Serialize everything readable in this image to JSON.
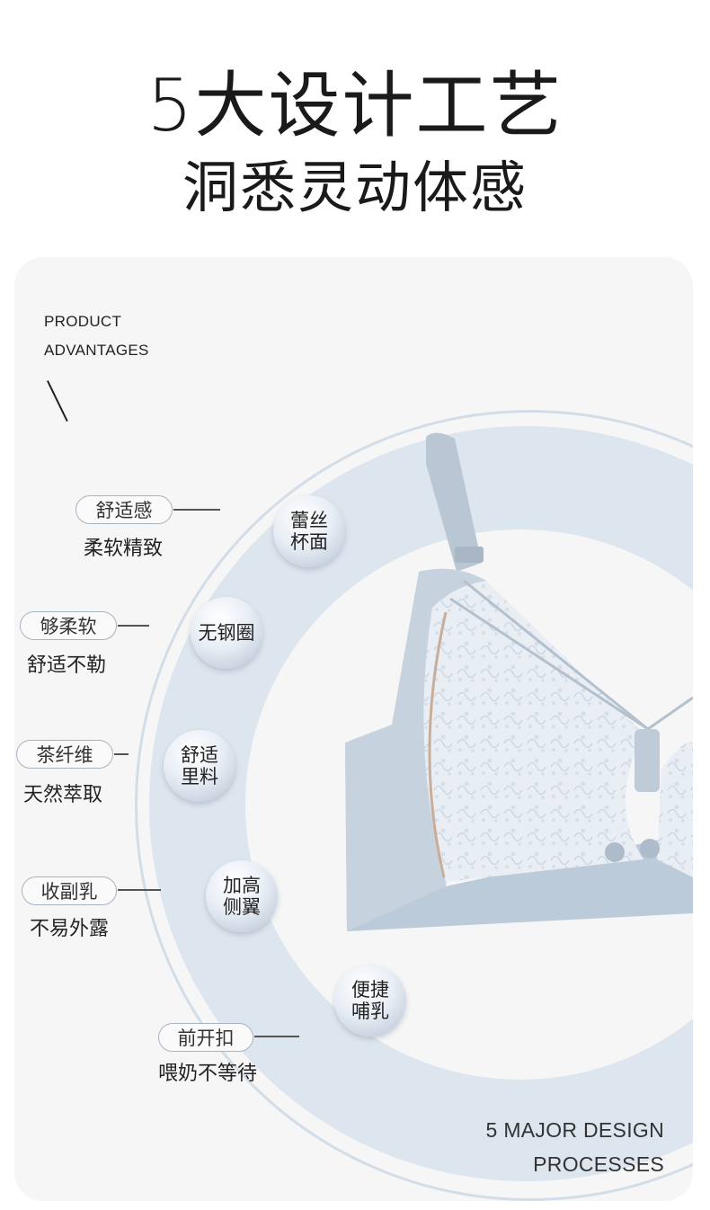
{
  "header": {
    "title_line1": "5大设计工艺",
    "title_line2": "洞悉灵动体感"
  },
  "panel": {
    "corner_top": [
      "PRODUCT",
      "ADVANTAGES"
    ],
    "corner_bottom": [
      "5 MAJOR DESIGN",
      "PROCESSES"
    ]
  },
  "features": [
    {
      "tag": "舒适感",
      "sub": "柔软精致"
    },
    {
      "tag": "够柔软",
      "sub": "舒适不勒"
    },
    {
      "tag": "茶纤维",
      "sub": "天然萃取"
    },
    {
      "tag": "收副乳",
      "sub": "不易外露"
    },
    {
      "tag": "前开扣",
      "sub": "喂奶不等待"
    }
  ],
  "bubbles": [
    "蕾丝\n杯面",
    "无钢圈",
    "舒适\n里料",
    "加高\n侧翼",
    "便捷\n哺乳"
  ],
  "colors": {
    "panel_bg": "#f6f6f6",
    "disc_blue": "#dde5ee",
    "product_blue": "#c3cfdc",
    "lace": "#e8edf3"
  }
}
